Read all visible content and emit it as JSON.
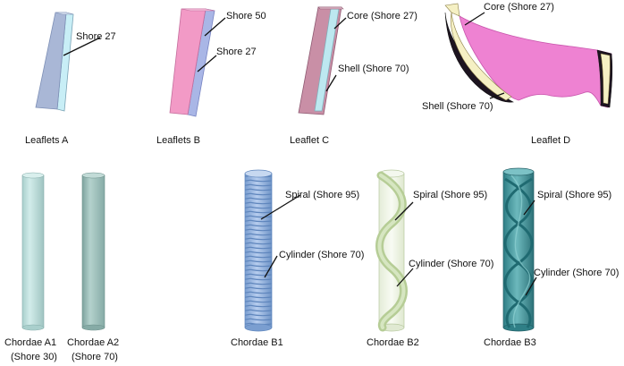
{
  "panels": {
    "leaflets_a": {
      "caption": "Leaflets A",
      "labels": [
        "Shore 27"
      ]
    },
    "leaflets_b": {
      "caption": "Leaflets B",
      "labels": [
        "Shore 50",
        "Shore 27"
      ]
    },
    "leaflet_c": {
      "caption": "Leaflet C",
      "labels": [
        "Core (Shore 27)",
        "Shell (Shore 70)"
      ]
    },
    "leaflet_d": {
      "caption": "Leaflet D",
      "labels": [
        "Core (Shore 27)",
        "Shell (Shore 70)"
      ]
    },
    "chordae_a1": {
      "caption_line1": "Chordae A1",
      "caption_line2": "(Shore 30)"
    },
    "chordae_a2": {
      "caption_line1": "Chordae A2",
      "caption_line2": "(Shore 70)"
    },
    "chordae_b1": {
      "caption": "Chordae B1",
      "labels": [
        "Spiral (Shore 95)",
        "Cylinder (Shore 70)"
      ]
    },
    "chordae_b2": {
      "caption": "Chordae B2",
      "labels": [
        "Spiral (Shore 95)",
        "Cylinder (Shore 70)"
      ]
    },
    "chordae_b3": {
      "caption": "Chordae B3",
      "labels": [
        "Spiral (Shore 95)",
        "Cylinder (Shore 70)"
      ]
    }
  },
  "colors": {
    "leaflet_a_face": "#a9b7d6",
    "leaflet_a_side": "#c8eef6",
    "leaflet_b_face": "#f29ac6",
    "leaflet_b_side": "#a9b6e6",
    "leaflet_c_shell": "#c98fa6",
    "leaflet_c_core": "#bde8f0",
    "leaflet_d_body": "#ee82d2",
    "leaflet_d_core": "#f5f0c4",
    "chordae_a1": "#bfe0de",
    "chordae_a2": "#9ec1bc",
    "chordae_b1": "#8cb0d8",
    "chordae_b2_tube": "#edf4e3",
    "chordae_b2_spiral": "#c8dcae",
    "chordae_b3": "#4f9fa4"
  }
}
